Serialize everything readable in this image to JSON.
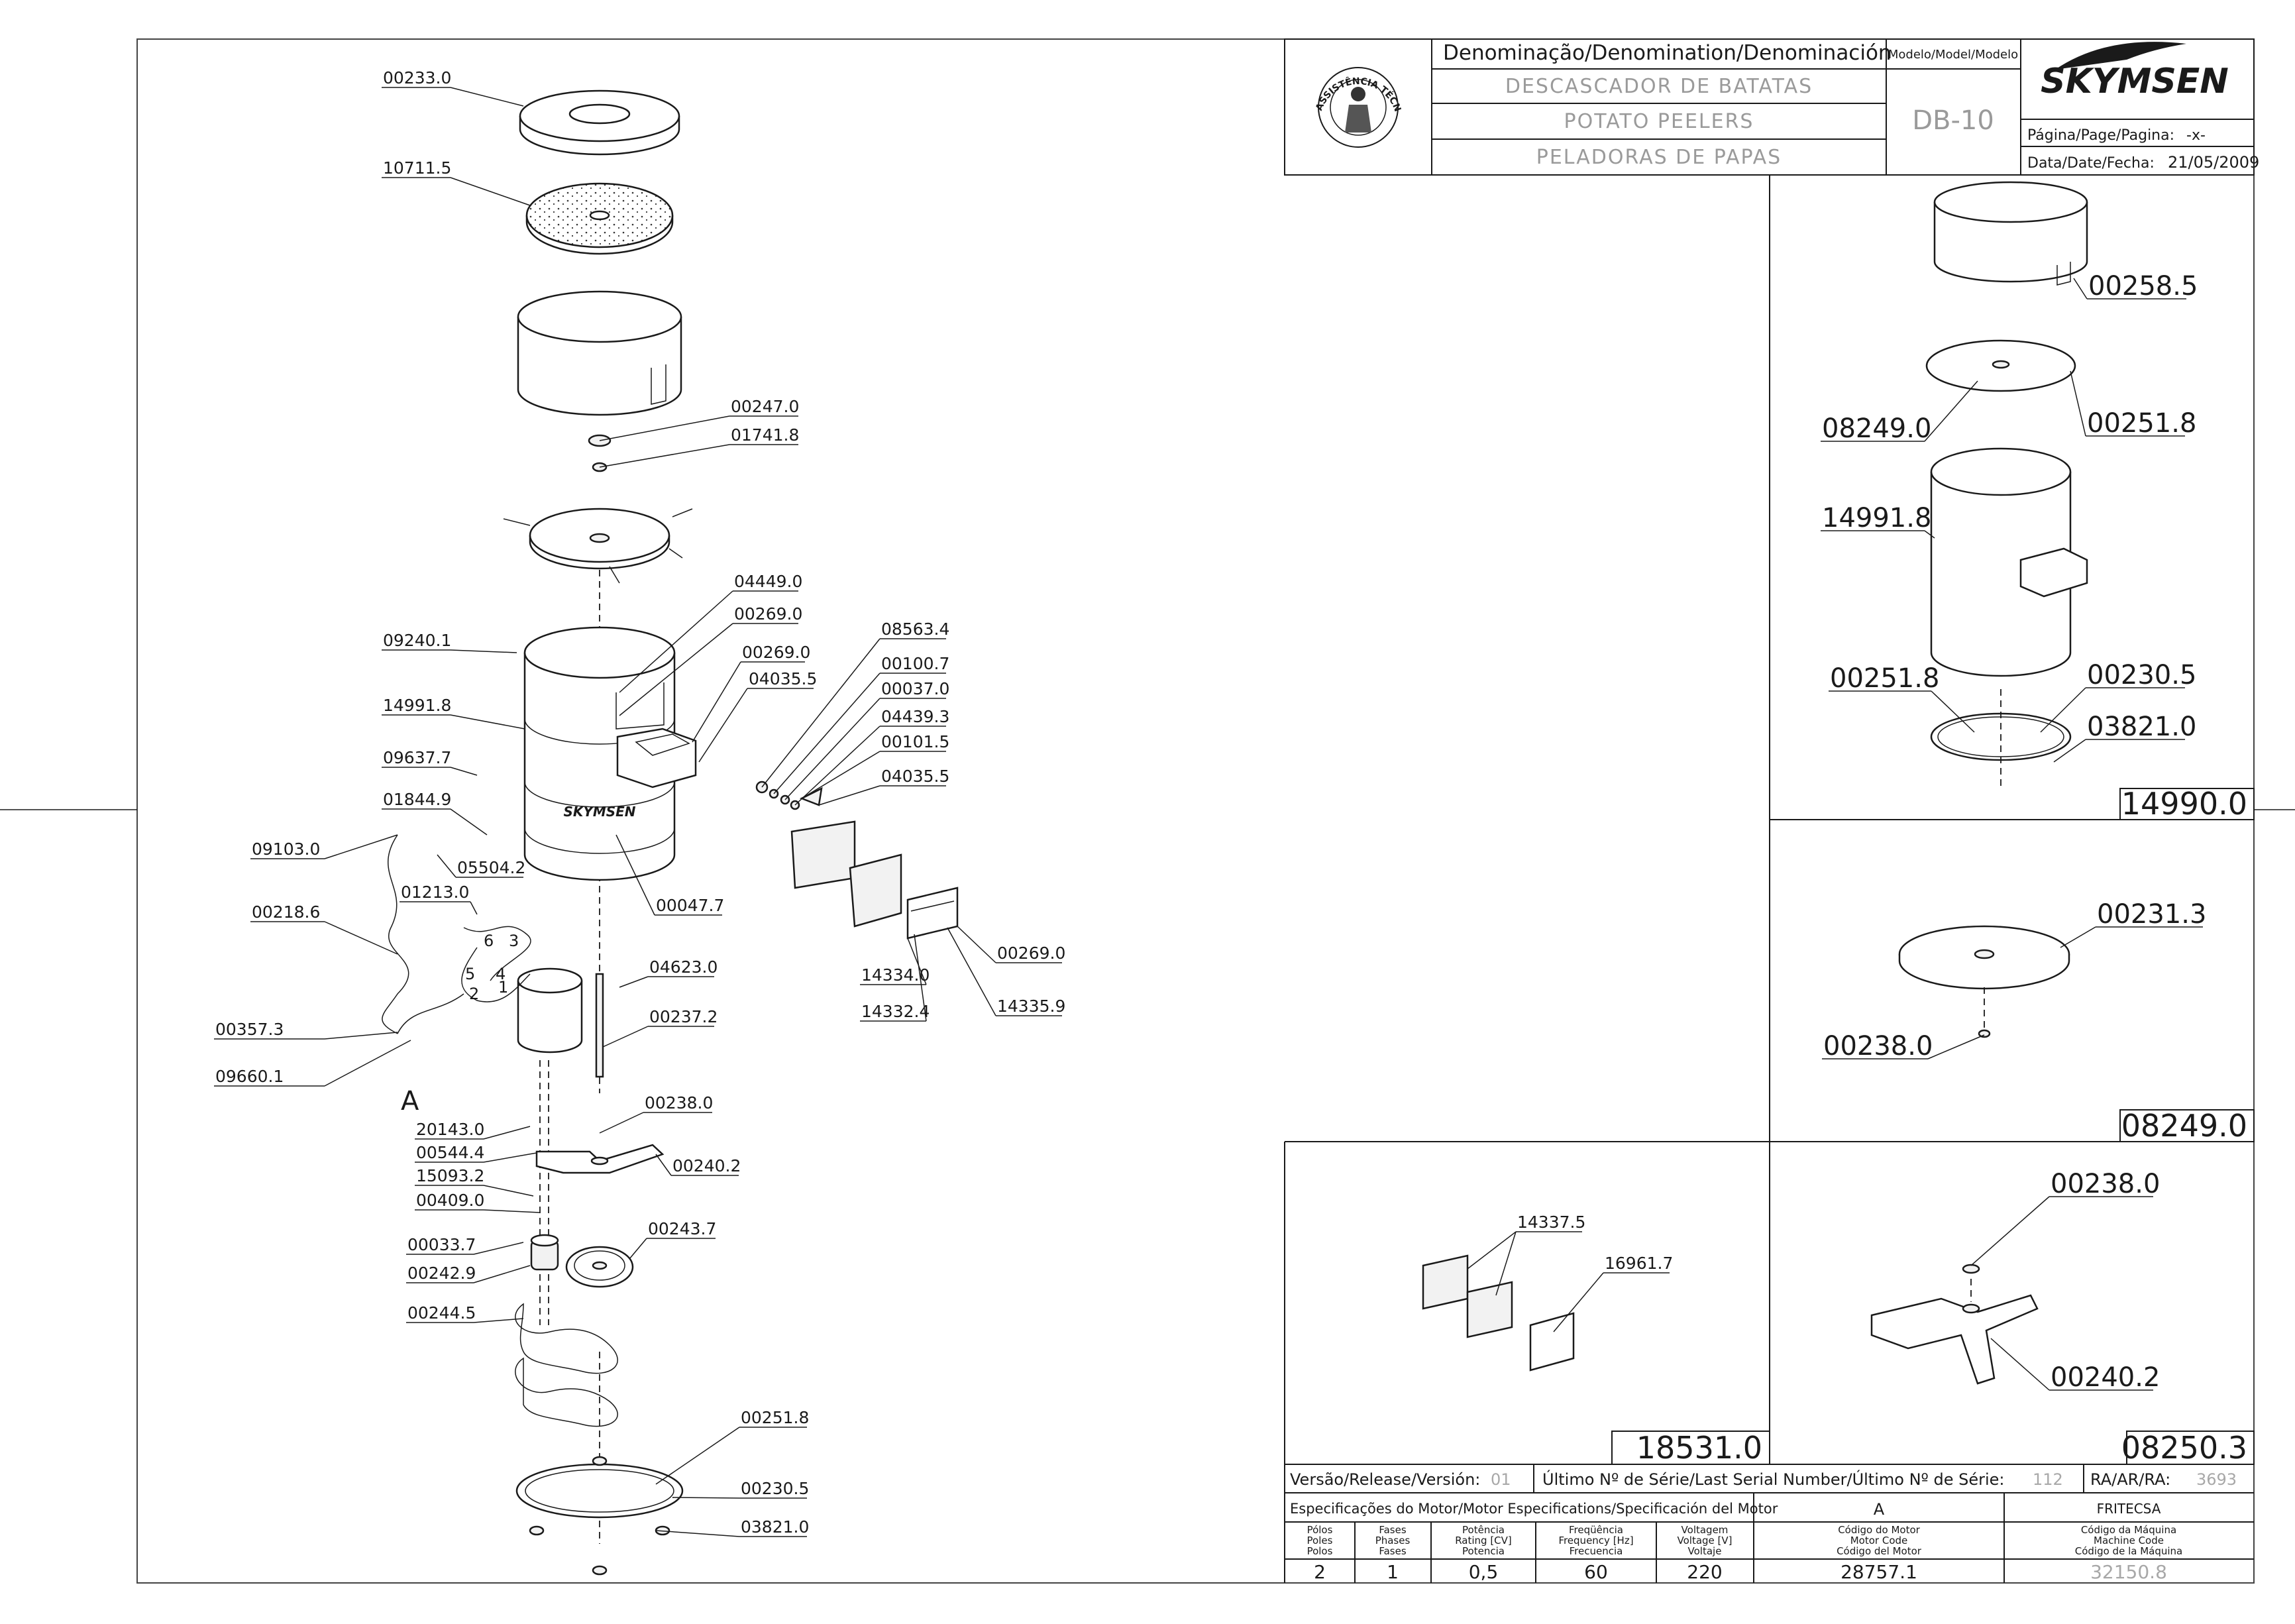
{
  "title_block": {
    "denomination_header": "Denominação/Denomination/Denominación",
    "name_pt": "DESCASCADOR DE BATATAS",
    "name_en": "POTATO PEELERS",
    "name_es": "PELADORAS DE PAPAS",
    "model_header": "Modelo/Model/Modelo",
    "model": "DB-10",
    "brand": "SKYMSEN",
    "page_label": "Página/Page/Pagina:",
    "page_value": "-x-",
    "date_label": "Data/Date/Fecha:",
    "date_value": "21/05/2009",
    "seal_text": "ASSISTÊNCIA TÉCNICA AUTORIZADA"
  },
  "main_labels": [
    "00233.0",
    "10711.5",
    "00247.0",
    "01741.8",
    "04449.0",
    "00269.0",
    "00269.0",
    "04035.5",
    "08563.4",
    "00100.7",
    "00037.0",
    "04439.3",
    "00101.5",
    "04035.5",
    "09240.1",
    "14991.8",
    "09637.7",
    "01844.9",
    "05504.2",
    "09103.0",
    "01213.0",
    "00218.6",
    "00047.7",
    "00357.3",
    "09660.1",
    "A",
    "04623.0",
    "00237.2",
    "14334.0",
    "00269.0",
    "14332.4",
    "14335.9",
    "20143.0",
    "00544.4",
    "15093.2",
    "00409.0",
    "00238.0",
    "00240.2",
    "00033.7",
    "00242.9",
    "00243.7",
    "00244.5",
    "00251.8",
    "00230.5",
    "03821.0"
  ],
  "motor_numbers": [
    "1",
    "2",
    "3",
    "4",
    "5",
    "6"
  ],
  "brand_on_drum": "SKYMSEN",
  "panel_14990": {
    "box": "14990.0",
    "labels": [
      "00258.5",
      "08249.0",
      "00251.8",
      "14991.8",
      "00251.8",
      "00230.5",
      "03821.0"
    ]
  },
  "panel_08249": {
    "box": "08249.0",
    "labels": [
      "00231.3",
      "00238.0"
    ]
  },
  "panel_18531": {
    "box": "18531.0",
    "labels": [
      "14337.5",
      "16961.7"
    ]
  },
  "panel_08250": {
    "box": "08250.3",
    "labels": [
      "00238.0",
      "00240.2"
    ]
  },
  "release_row": {
    "release_label": "Versão/Release/Versión:",
    "release_value": "01",
    "serial_label": "Último Nº de Série/Last Serial Number/Último Nº de Série:",
    "serial_value": "112",
    "ra_label": "RA/AR/RA:",
    "ra_value": "3693"
  },
  "motor_spec": {
    "header": "Especificações do Motor/Motor Especifications/Specificación del Motor",
    "motor_letter": "A",
    "manufacturer": "FRITECSA",
    "columns": [
      {
        "lines": [
          "Pólos",
          "Poles",
          "Polos"
        ],
        "value": "2"
      },
      {
        "lines": [
          "Fases",
          "Phases",
          "Fases"
        ],
        "value": "1"
      },
      {
        "lines": [
          "Potência",
          "Rating [CV]",
          "Potencia"
        ],
        "value": "0,5"
      },
      {
        "lines": [
          "Freqüência",
          "Frequency [Hz]",
          "Frecuencia"
        ],
        "value": "60"
      },
      {
        "lines": [
          "Voltagem",
          "Voltage [V]",
          "Voltaje"
        ],
        "value": "220"
      },
      {
        "lines": [
          "Código do Motor",
          "Motor Code",
          "Código del Motor"
        ],
        "value": "28757.1"
      },
      {
        "lines": [
          "Código da Máquina",
          "Machine Code",
          "Código de la Máquina"
        ],
        "value": "32150.8"
      }
    ]
  }
}
